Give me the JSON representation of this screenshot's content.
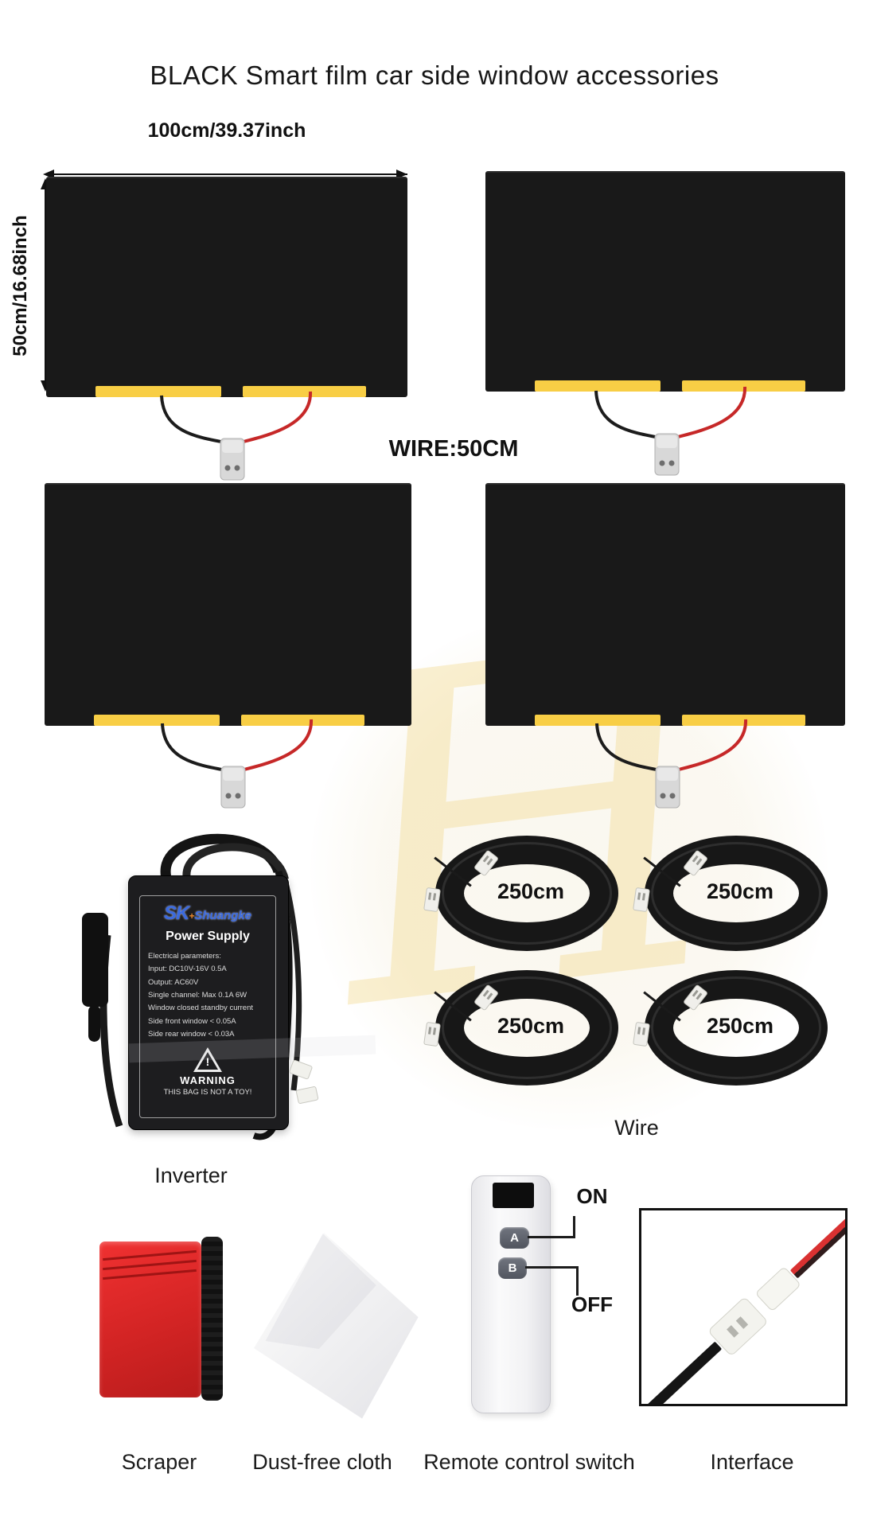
{
  "title": "BLACK Smart film car side window accessories",
  "dimensions": {
    "width_label": "100cm/39.37inch",
    "height_label": "50cm/16.68inch",
    "wire_length_label": "WIRE:50CM"
  },
  "coils": {
    "labels": [
      "250cm",
      "250cm",
      "250cm",
      "250cm"
    ],
    "caption": "Wire"
  },
  "inverter": {
    "logo": {
      "sk": "SK",
      "plus": "+",
      "name": "Shuangke"
    },
    "product": "Power Supply",
    "lines": [
      "Electrical parameters:",
      "Input: DC10V-16V  0.5A",
      "Output: AC60V",
      "Single channel: Max 0.1A 6W",
      "Window closed standby current",
      "Side front window < 0.05A",
      "Side rear window < 0.03A"
    ],
    "warning_mark": "!",
    "warning": "WARNING",
    "warning_sub": "THIS BAG IS NOT A TOY!",
    "caption": "Inverter"
  },
  "remote": {
    "button_a": "A",
    "button_b": "B",
    "on_label": "ON",
    "off_label": "OFF",
    "caption": "Remote control switch"
  },
  "captions": {
    "scraper": "Scraper",
    "cloth": "Dust-free cloth",
    "interface": "Interface"
  },
  "colors": {
    "film_black": "#191919",
    "contact_yellow": "#f8ce45",
    "wire_red": "#c62828",
    "logo_blue": "#3a6ae0",
    "scraper_red": "#d32424"
  }
}
